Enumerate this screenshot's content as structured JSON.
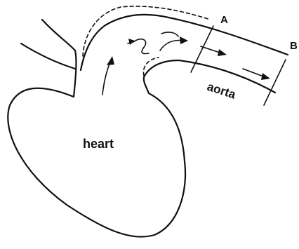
{
  "labels": {
    "heart": "heart",
    "aorta": "aorta",
    "point_a": "A",
    "point_b": "B"
  },
  "colors": {
    "ink": "#111111",
    "background": "#ffffff"
  }
}
